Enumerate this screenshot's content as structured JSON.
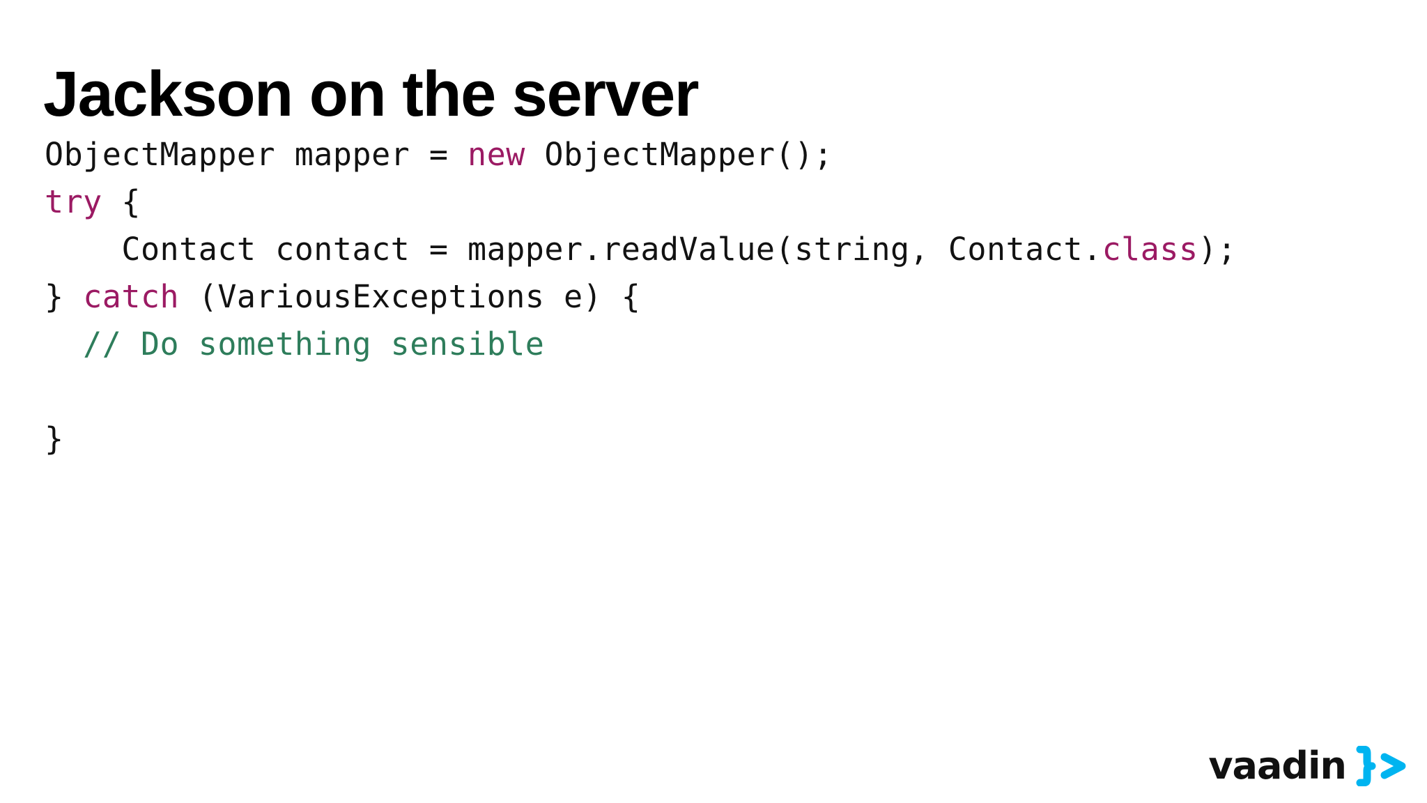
{
  "slide": {
    "title": "Jackson on the server",
    "background_color": "#ffffff"
  },
  "code": {
    "language": "java",
    "colors": {
      "keyword": "#9B1A63",
      "comment": "#2E7D5B",
      "plain": "#121212"
    },
    "full_text": "ObjectMapper mapper = new ObjectMapper();\ntry {\n    Contact contact = mapper.readValue(string, Contact.class);\n} catch (VariousExceptions e) {\n  // Do something sensible\n\n}",
    "lines": [
      {
        "id": "line-1",
        "tokens": [
          {
            "text": "ObjectMapper mapper = ",
            "type": "plain"
          },
          {
            "text": "new",
            "type": "keyword"
          },
          {
            "text": " ObjectMapper();",
            "type": "plain"
          }
        ]
      },
      {
        "id": "line-2",
        "tokens": [
          {
            "text": "try",
            "type": "keyword"
          },
          {
            "text": " {",
            "type": "plain"
          }
        ]
      },
      {
        "id": "line-3",
        "tokens": [
          {
            "text": "    Contact contact = mapper.readValue(string, Contact.",
            "type": "plain"
          },
          {
            "text": "class",
            "type": "keyword"
          },
          {
            "text": ");",
            "type": "plain"
          }
        ]
      },
      {
        "id": "line-4",
        "tokens": [
          {
            "text": "} ",
            "type": "plain"
          },
          {
            "text": "catch",
            "type": "keyword"
          },
          {
            "text": " (VariousExceptions e) {",
            "type": "plain"
          }
        ]
      },
      {
        "id": "line-5",
        "tokens": [
          {
            "text": "  // Do something sensible",
            "type": "comment"
          }
        ]
      },
      {
        "id": "line-6",
        "tokens": []
      },
      {
        "id": "line-7",
        "tokens": [
          {
            "text": "}",
            "type": "plain"
          }
        ]
      }
    ]
  },
  "footer": {
    "logo": {
      "wordmark": "vaadin",
      "mark_icon": "vaadin-brackets-icon",
      "mark_color": "#00B4F0",
      "wordmark_color": "#111111"
    }
  }
}
